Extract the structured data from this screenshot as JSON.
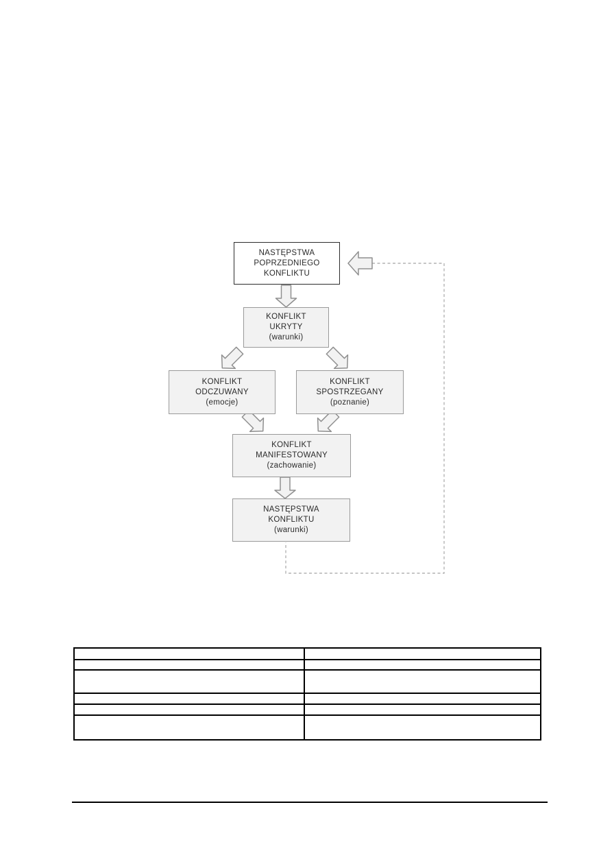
{
  "page": {
    "background": "#ffffff",
    "type": "document-page-with-flowchart-and-empty-table"
  },
  "diagram": {
    "title_visible": false,
    "boxes": [
      {
        "id": "nastepstwa-poprzedniego-konfliktu",
        "text": "NASTĘPSTWA\nPOPRZEDNIEGO\nKONFLIKTU",
        "variant": "white"
      },
      {
        "id": "konflikt-ukryty",
        "text": "KONFLIKT\nUKRYTY\n(warunki)",
        "variant": "gray"
      },
      {
        "id": "konflikt-odczuwany",
        "text": "KONFLIKT\nODCZUWANY\n(emocje)",
        "variant": "gray"
      },
      {
        "id": "konflikt-spostrzegany",
        "text": "KONFLIKT\nSPOSTRZEGANY\n(poznanie)",
        "variant": "gray"
      },
      {
        "id": "konflikt-manifestowany",
        "text": "KONFLIKT\nMANIFESTOWANY\n(zachowanie)",
        "variant": "gray"
      },
      {
        "id": "nastepstwa-konfliktu",
        "text": "NASTĘPSTWA\nKONFLIKTU\n(warunki)",
        "variant": "gray"
      }
    ],
    "arrows": [
      {
        "name": "block-arrow-down",
        "from": "nastepstwa-poprzedniego-konfliktu",
        "to": "konflikt-ukryty"
      },
      {
        "name": "block-arrow-diagonal-down-left",
        "from": "konflikt-ukryty",
        "to": "konflikt-odczuwany"
      },
      {
        "name": "block-arrow-diagonal-down-right",
        "from": "konflikt-ukryty",
        "to": "konflikt-spostrzegany"
      },
      {
        "name": "block-arrow-diagonal-down-right",
        "from": "konflikt-odczuwany",
        "to": "konflikt-manifestowany"
      },
      {
        "name": "block-arrow-diagonal-down-left",
        "from": "konflikt-spostrzegany",
        "to": "konflikt-manifestowany"
      },
      {
        "name": "block-arrow-down",
        "from": "konflikt-manifestowany",
        "to": "nastepstwa-konfliktu"
      },
      {
        "name": "dashed-feedback-loop-with-left-block-arrow",
        "from": "nastepstwa-konfliktu",
        "to": "nastepstwa-poprzedniego-konfliktu"
      }
    ],
    "colors": {
      "box_fill": "#f2f2f2",
      "box_border": "#999999",
      "highlight_box_border": "#2b2b2b",
      "arrow_fill": "#f2f2f2",
      "arrow_stroke": "#8f8f8f",
      "dashed_line": "#b3b3b3",
      "text": "#2a2a2a"
    }
  },
  "table": {
    "columns": 2,
    "rows": [
      [
        "",
        ""
      ],
      [
        "",
        ""
      ],
      [
        "",
        ""
      ],
      [
        "",
        ""
      ],
      [
        "",
        ""
      ],
      [
        "",
        ""
      ]
    ]
  },
  "footer": {
    "rule_color": "#000000",
    "text": ""
  }
}
